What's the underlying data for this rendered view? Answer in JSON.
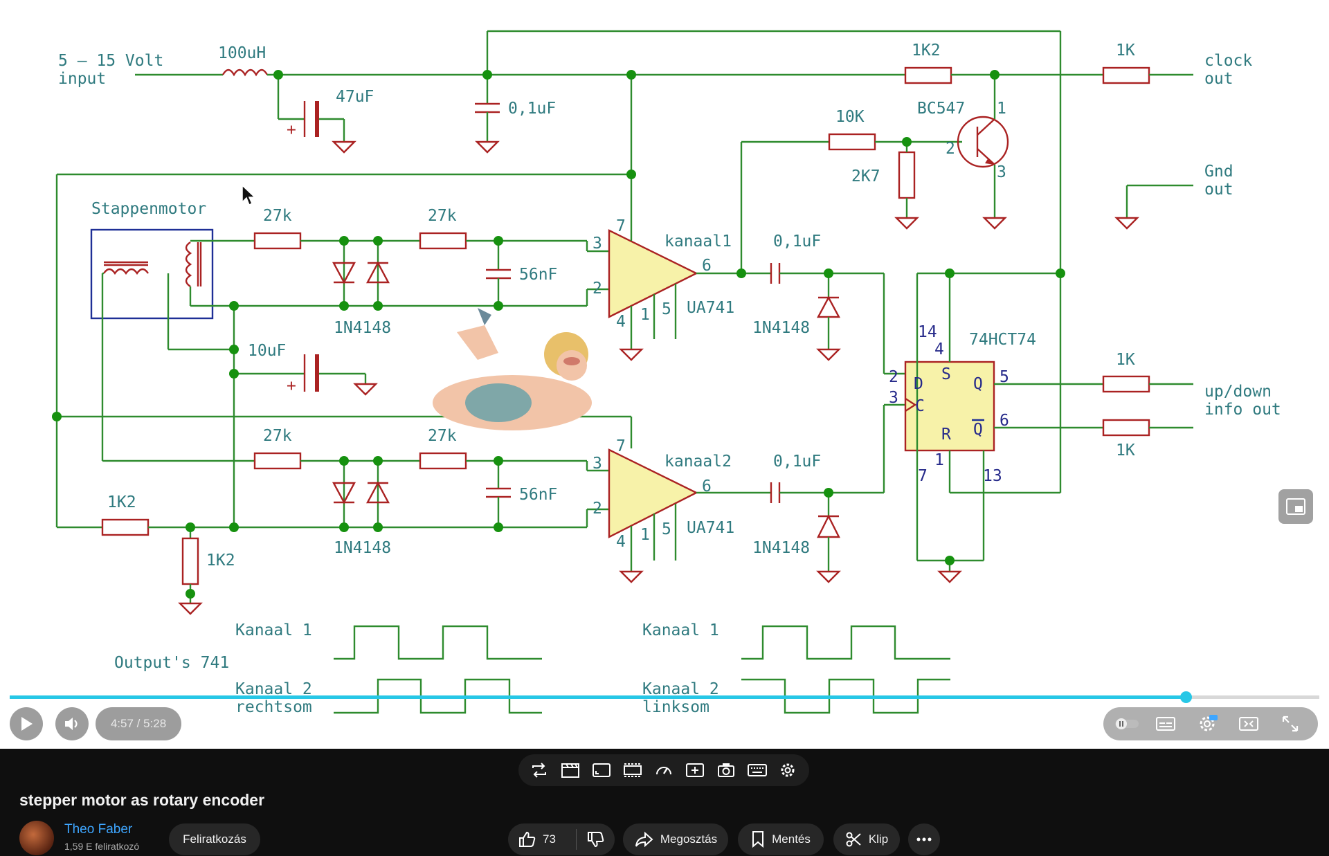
{
  "schematic": {
    "supply_label_1": "5 – 15 Volt",
    "supply_label_2": "input",
    "inductor": "100uH",
    "cap_47": "47uF",
    "cap_01_top": "0,1uF",
    "r_1k2_top": "1K2",
    "r_1k_clock": "1K",
    "clock_1": "clock",
    "clock_2": "out",
    "r_10k": "10K",
    "transistor": "BC547",
    "r_2k7": "2K7",
    "gnd_1": "Gnd",
    "gnd_2": "out",
    "motor": "Stappenmotor",
    "r_27k_a": "27k",
    "r_27k_b": "27k",
    "r_27k_c": "27k",
    "r_27k_d": "27k",
    "cap_56n_a": "56nF",
    "cap_56n_b": "56nF",
    "diode_a": "1N4148",
    "diode_b": "1N4148",
    "diode_c": "1N4148",
    "diode_d": "1N4148",
    "opamp_1_name": "kanaal1",
    "opamp_2_name": "kanaal2",
    "opamp_part_1": "UA741",
    "opamp_part_2": "UA741",
    "cap_01_k1": "0,1uF",
    "cap_01_k2": "0,1uF",
    "cap_10u": "10uF",
    "ff_part": "74HCT74",
    "r_1k_q": "1K",
    "r_1k_qn": "1K",
    "updown_1": "up/down",
    "updown_2": "info out",
    "r_1k2_left": "1K2",
    "r_1k2_bottom": "1K2",
    "wave_k1_left": "Kanaal 1",
    "wave_k2_left": "Kanaal 2",
    "wave_rechtsom": "rechtsom",
    "wave_k1_right": "Kanaal 1",
    "wave_k2_right": "Kanaal 2",
    "wave_linksom": "linksom",
    "outputs_label": "Output's 741",
    "pin_3a": "3",
    "pin_2a": "2",
    "pin_7a": "7",
    "pin_6a": "6",
    "pin_4a": "4",
    "pin_1a": "1",
    "pin_5a": "5",
    "pin_3b": "3",
    "pin_2b": "2",
    "pin_7b": "7",
    "pin_6b": "6",
    "pin_4b": "4",
    "pin_1b": "1",
    "pin_5b": "5",
    "ff_pin_14": "14",
    "ff_pin_4": "4",
    "ff_pin_2": "2",
    "ff_pin_3": "3",
    "ff_pin_5": "5",
    "ff_pin_6": "6",
    "ff_pin_1": "1",
    "ff_pin_7": "7",
    "ff_pin_13": "13",
    "ff_d": "D",
    "ff_c": "C",
    "ff_q": "Q",
    "ff_qn": "Q",
    "ff_s": "S",
    "ff_r": "R",
    "tr_pin_1": "1",
    "tr_pin_2": "2",
    "tr_pin_3": "3"
  },
  "player": {
    "time": "4:57 / 5:28",
    "progress": 0.898
  },
  "video": {
    "title": "stepper motor as rotary encoder",
    "channel": "Theo Faber",
    "subscribers": "1,59 E feliratkozó",
    "subscribe_label": "Feliratkozás",
    "likes": "73",
    "share_label": "Megosztás",
    "save_label": "Mentés",
    "clip_label": "Klip"
  }
}
